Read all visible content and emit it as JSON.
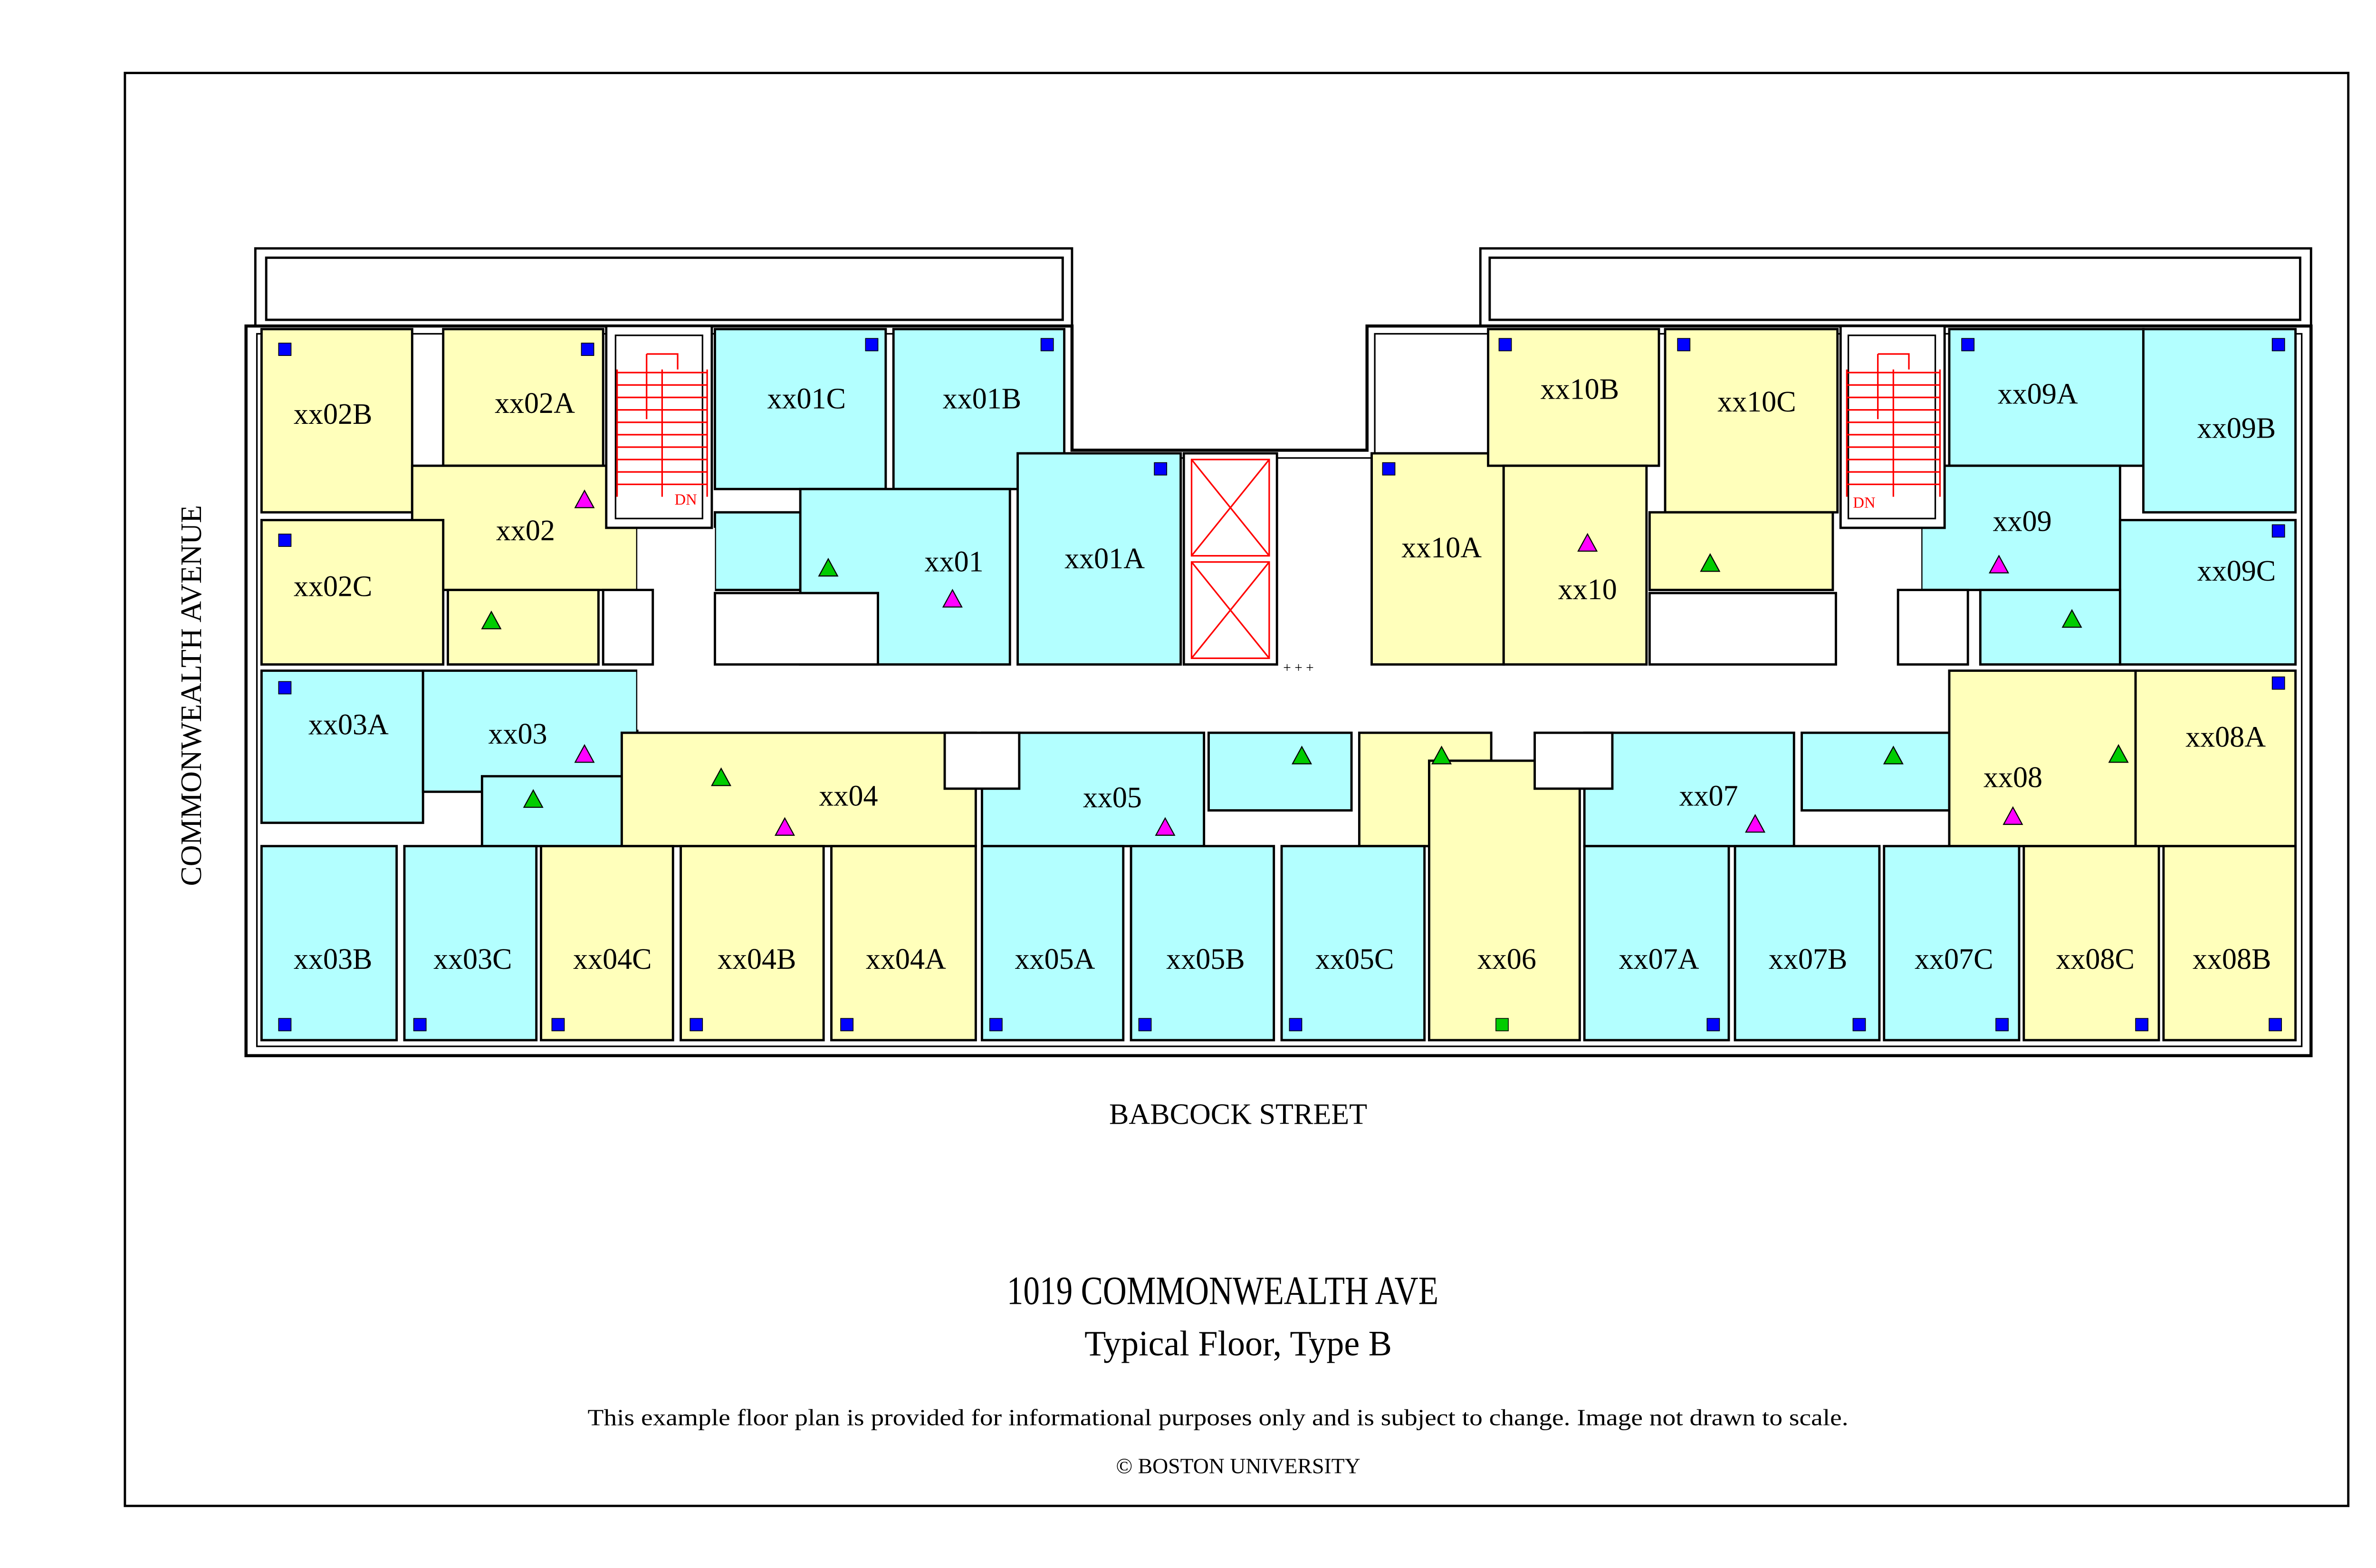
{
  "building": {
    "title": "1019 COMMONWEALTH AVE",
    "subtitle": "Typical Floor, Type B",
    "disclaimer": "This example floor plan is provided for informational purposes only and is subject to change. Image not drawn to scale.",
    "copyright": "© BOSTON UNIVERSITY"
  },
  "streets": {
    "left": "COMMONWEALTH AVENUE",
    "bottom": "BABCOCK STREET"
  },
  "stairs": {
    "left_label": "DN",
    "right_label": "DN"
  },
  "colors": {
    "yellow_room": "#ffffbb",
    "cyan_room": "#b3ffff",
    "wall": "#000000",
    "stair": "#ff0000",
    "bedroom_marker": "#0000ff",
    "living_marker": "#ff00ff",
    "kitchen_marker": "#00cc00",
    "special_marker": "#00cc00"
  },
  "rooms": {
    "xx02B": "xx02B",
    "xx02A": "xx02A",
    "xx02": "xx02",
    "xx02C": "xx02C",
    "xx01C": "xx01C",
    "xx01B": "xx01B",
    "xx01": "xx01",
    "xx01A": "xx01A",
    "xx03A": "xx03A",
    "xx03": "xx03",
    "xx04": "xx04",
    "xx05": "xx05",
    "xx07": "xx07",
    "xx08": "xx08",
    "xx08A": "xx08A",
    "xx10A": "xx10A",
    "xx10": "xx10",
    "xx10B": "xx10B",
    "xx10C": "xx10C",
    "xx09A": "xx09A",
    "xx09B": "xx09B",
    "xx09": "xx09",
    "xx09C": "xx09C",
    "xx03B": "xx03B",
    "xx03C": "xx03C",
    "xx04C": "xx04C",
    "xx04B": "xx04B",
    "xx04A": "xx04A",
    "xx05A": "xx05A",
    "xx05B": "xx05B",
    "xx05C": "xx05C",
    "xx06": "xx06",
    "xx07A": "xx07A",
    "xx07B": "xx07B",
    "xx07C": "xx07C",
    "xx08C": "xx08C",
    "xx08B": "xx08B"
  }
}
